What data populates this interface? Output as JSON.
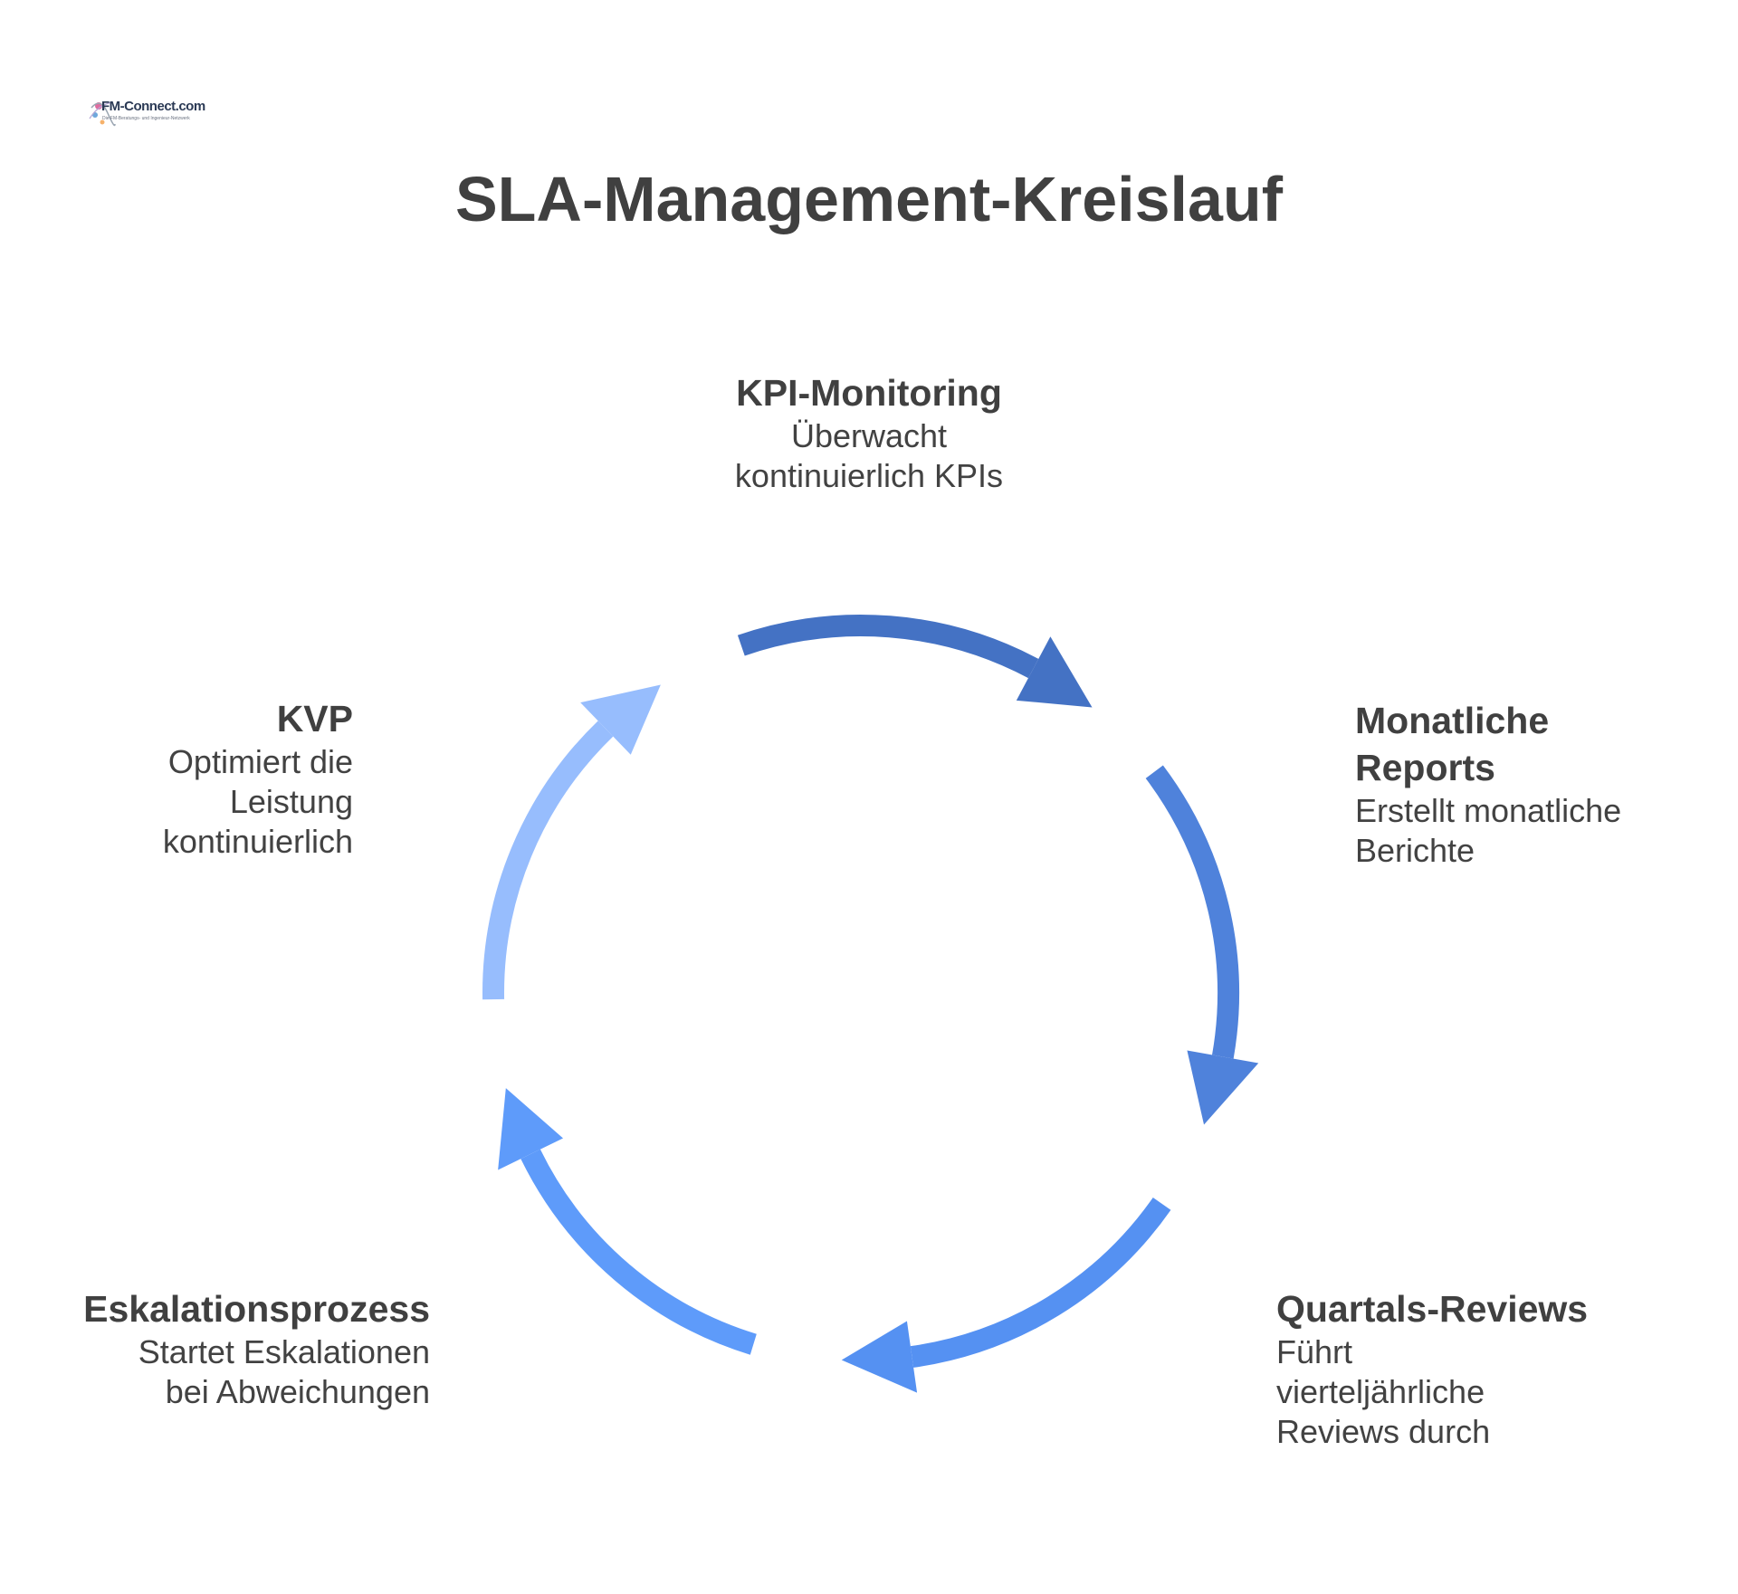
{
  "logo": {
    "text": "FM-Connect.com",
    "subtext": "Die FM-Beratungs- und Ingenieur-Netzwerk"
  },
  "title": "SLA-Management-Kreislauf",
  "colors": [
    "#4472c4",
    "#4f82db",
    "#5591f2",
    "#5e9bfa",
    "#97bdfd"
  ],
  "steps": [
    {
      "heading": "KPI-Monitoring",
      "lines": [
        "Überwacht",
        "kontinuierlich KPIs"
      ]
    },
    {
      "heading_lines": [
        "Monatliche",
        "Reports"
      ],
      "lines": [
        "Erstellt monatliche",
        "Berichte"
      ]
    },
    {
      "heading": "Quartals-Reviews",
      "lines": [
        "Führt",
        "vierteljährliche",
        "Reviews durch"
      ]
    },
    {
      "heading": "Eskalationsprozess",
      "lines": [
        "Startet Eskalationen",
        "bei Abweichungen"
      ]
    },
    {
      "heading": "KVP",
      "lines": [
        "Optimiert die",
        "Leistung",
        "kontinuierlich"
      ]
    }
  ]
}
